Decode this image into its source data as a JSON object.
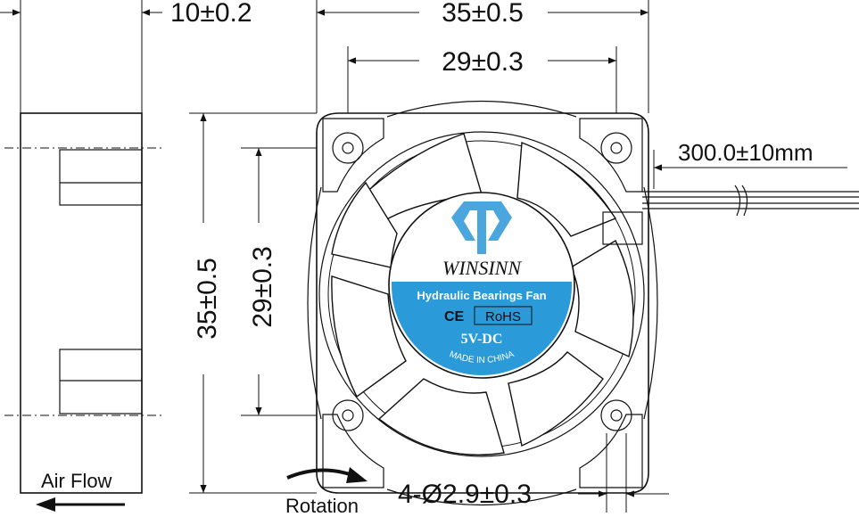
{
  "dimensions": {
    "thickness": "10±0.2",
    "outer_width": "35±0.5",
    "hole_spacing_width": "29±0.3",
    "outer_height": "35±0.5",
    "hole_spacing_height": "29±0.3",
    "cable_length": "300.0±10mm",
    "hole_diameter": "4-Ø2.9±0.3"
  },
  "labels": {
    "air_flow": "Air Flow",
    "rotation": "Rotation"
  },
  "hub_label": {
    "brand": "WINSINN",
    "product": "Hydraulic Bearings Fan",
    "ce_mark": "CE",
    "rohs_mark": "RoHS",
    "voltage": "5V-DC",
    "origin": "MADE IN CHINA"
  },
  "colors": {
    "accent_blue": "#2a9ad8",
    "logo_blue": "#4aa6dc",
    "line": "#111111"
  },
  "icons": {
    "logo": "winsinn-logo-icon",
    "air_flow_arrow": "arrow-left-icon",
    "rotation_arrow": "curved-arrow-icon"
  }
}
